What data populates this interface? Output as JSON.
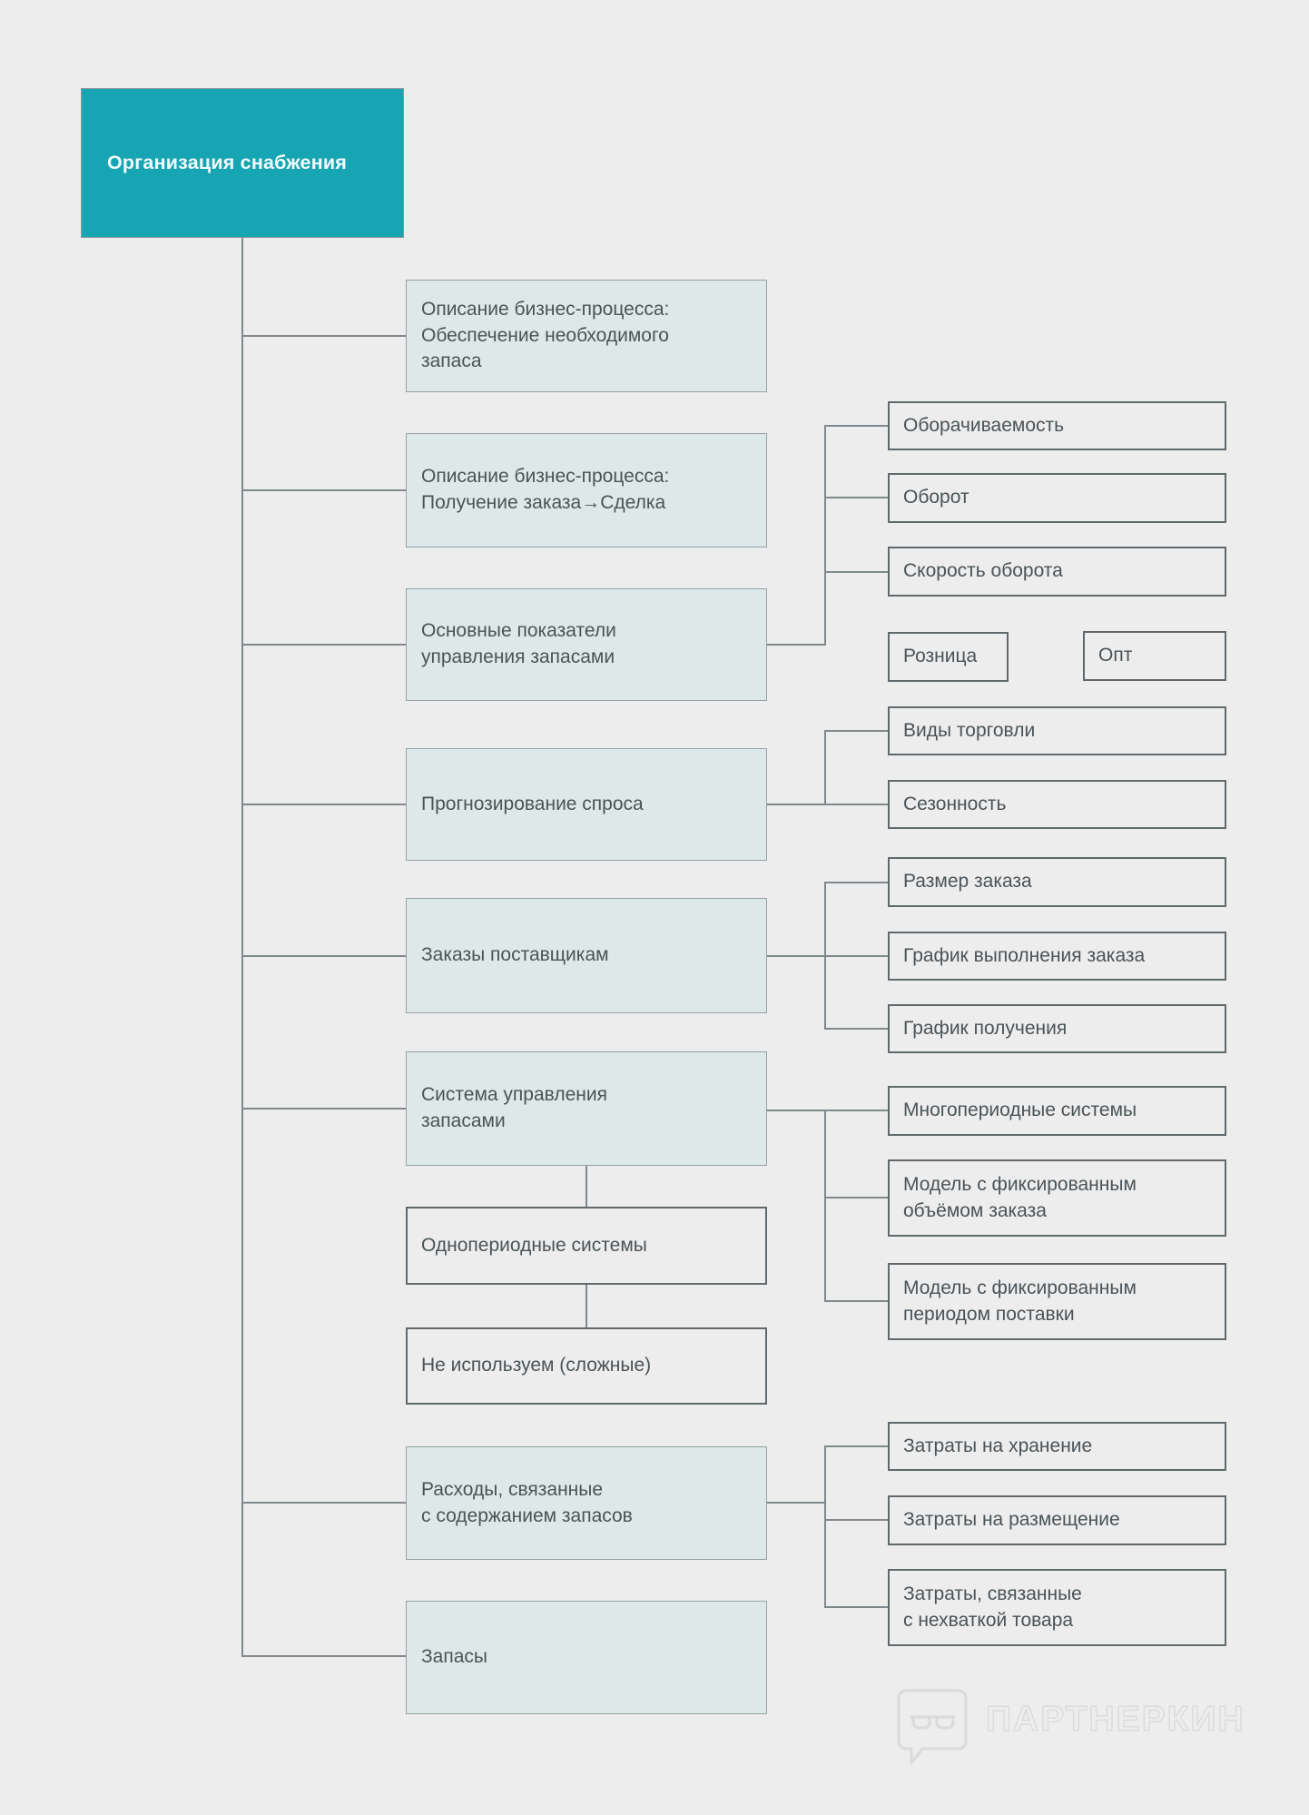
{
  "colors": {
    "background": "#ededee",
    "accent_teal": "#17a5b4",
    "box_fill": "#dde9e8",
    "line": "#80888b",
    "text": "#4b5357",
    "watermark": "#dadbdc"
  },
  "root": {
    "label": "Организация снабжения"
  },
  "nodes": {
    "left": [
      {
        "label": "Описание бизнес-процесса:\nОбеспечение необходимого\nзапаса"
      },
      {
        "label": "Описание бизнес-процесса:\nПолучение заказа→Сделка"
      },
      {
        "label": "Основные показатели\nуправления запасами"
      },
      {
        "label": "Прогнозирование спроса"
      },
      {
        "label": "Заказы поставщикам"
      },
      {
        "label": "Система управления\nзапасами"
      },
      {
        "label": "Однопериодные системы"
      },
      {
        "label": "Не используем (сложные)"
      },
      {
        "label": "Расходы, связанные\nс содержанием запасов"
      },
      {
        "label": "Запасы"
      }
    ],
    "right": [
      {
        "label": "Оборачиваемость"
      },
      {
        "label": "Оборот"
      },
      {
        "label": "Скорость оборота"
      },
      {
        "label": "Розница"
      },
      {
        "label": "Опт"
      },
      {
        "label": "Виды торговли"
      },
      {
        "label": "Сезонность"
      },
      {
        "label": "Размер заказа"
      },
      {
        "label": "График выполнения заказа"
      },
      {
        "label": "График получения"
      },
      {
        "label": "Многопериодные системы"
      },
      {
        "label": "Модель с фиксированным\nобъёмом заказа"
      },
      {
        "label": "Модель с фиксированным\nпериодом поставки"
      },
      {
        "label": "Затраты на хранение"
      },
      {
        "label": "Затраты на размещение"
      },
      {
        "label": "Затраты, связанные\nс нехваткой товара"
      }
    ]
  },
  "watermark": {
    "text": "ПАРТНЕРКИН",
    "logo": "speech-bubble-glasses-icon"
  }
}
